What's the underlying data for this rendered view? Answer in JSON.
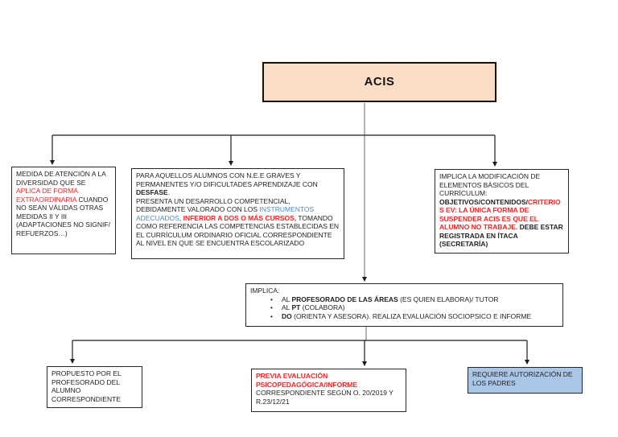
{
  "diagram": {
    "colors": {
      "acis_fill": "#FBDCC5",
      "authorization_fill": "#A9C6E8",
      "red": "#FF2020",
      "blue": "#4A88C8",
      "line": "#1B1B1B",
      "feed_line": "#777777"
    }
  },
  "acis": {
    "title": "ACIS"
  },
  "boxes": {
    "medida": {
      "segments": [
        {
          "text": "MEDIDA DE ATENCIÓN A LA DIVERSIDAD QUE SE ",
          "style": "normal"
        },
        {
          "text": "APLICA DE FORMA EXTRAORDINARIA",
          "style": "red"
        },
        {
          "text": " CUANDO NO SEAN VÁLIDAS OTRAS MEDIDAS II Y III (ADAPTACIONES NO SIGNIF/ REFUERZOS…)",
          "style": "normal"
        }
      ]
    },
    "alumnos": {
      "segments": [
        {
          "text": "PARA AQUELLOS ALUMNOS CON N.E.E GRAVES Y PERMANENTES Y/O DIFICULTADES APRENDIZAJE CON ",
          "style": "normal"
        },
        {
          "text": "DESFASE",
          "style": "bold"
        },
        {
          "text": ".\nPRESENTA UN DESARROLLO COMPETENCIAL, DEBIDAMENTE VALORADO CON LOS ",
          "style": "normal"
        },
        {
          "text": "INSTRUMENTOS ADECUADOS",
          "style": "blue"
        },
        {
          "text": ", ",
          "style": "normal"
        },
        {
          "text": "INFERIOR A DOS O MÁS CURSOS,",
          "style": "red-bold"
        },
        {
          "text": " TOMANDO COMO REFERENCIA LAS COMPETENCIAS ESTABLECIDAS EN EL CURRÍCULUM ORDINARIO OFICIAL CORRESPONDIENTE AL NIVEL EN QUE SE ENCUENTRA ESCOLARIZADO",
          "style": "normal"
        }
      ]
    },
    "curriculum": {
      "segments": [
        {
          "text": "IMPLICA LA MODIFICACIÓN DE ELEMENTOS BÁSICOS DEL CURRÍCULUM:\n",
          "style": "normal"
        },
        {
          "text": "OBJETIVOS/CONTENIDOS/",
          "style": "bold"
        },
        {
          "text": "CRITERIOS EV: LA ÚNICA FORMA DE SUSPENDER ACIS ES QUE EL ALUMNO NO TRABAJE.",
          "style": "red-bold"
        },
        {
          "text": " DEBE ESTAR REGISTRADA EN ÍTACA (SECRETARÍA)",
          "style": "bold"
        }
      ]
    },
    "implica": {
      "title": "IMPLICA:",
      "bullets": [
        {
          "segments": [
            {
              "text": "AL ",
              "style": "normal"
            },
            {
              "text": "PROFESORADO DE LAS ÁREAS",
              "style": "bold"
            },
            {
              "text": " (ES QUIEN ELABORA)/ TUTOR",
              "style": "normal"
            }
          ]
        },
        {
          "segments": [
            {
              "text": "AL ",
              "style": "normal"
            },
            {
              "text": "PT",
              "style": "bold"
            },
            {
              "text": " (COLABORA)",
              "style": "normal"
            }
          ]
        },
        {
          "segments": [
            {
              "text": "DO",
              "style": "bold"
            },
            {
              "text": " (ORIENTA Y ASESORA). REALIZA EVALUACIÓN SOCIOPSICO E INFORME",
              "style": "normal"
            }
          ]
        }
      ]
    },
    "propuesto": {
      "text": "PROPUESTO POR EL PROFESORADO DEL ALUMNO CORRESPONDIENTE"
    },
    "previa": {
      "segments": [
        {
          "text": "PREVIA EVALUACIÓN PSICOPEDAGÓGICA/INFORME",
          "style": "red-bold"
        },
        {
          "text": " CORRESPONDIENTE SEGÚN O. 20/2019 Y R.23/12/21",
          "style": "normal"
        }
      ]
    },
    "padres": {
      "text": "REQUIERE AUTORIZACIÓN DE LOS PADRES"
    }
  }
}
